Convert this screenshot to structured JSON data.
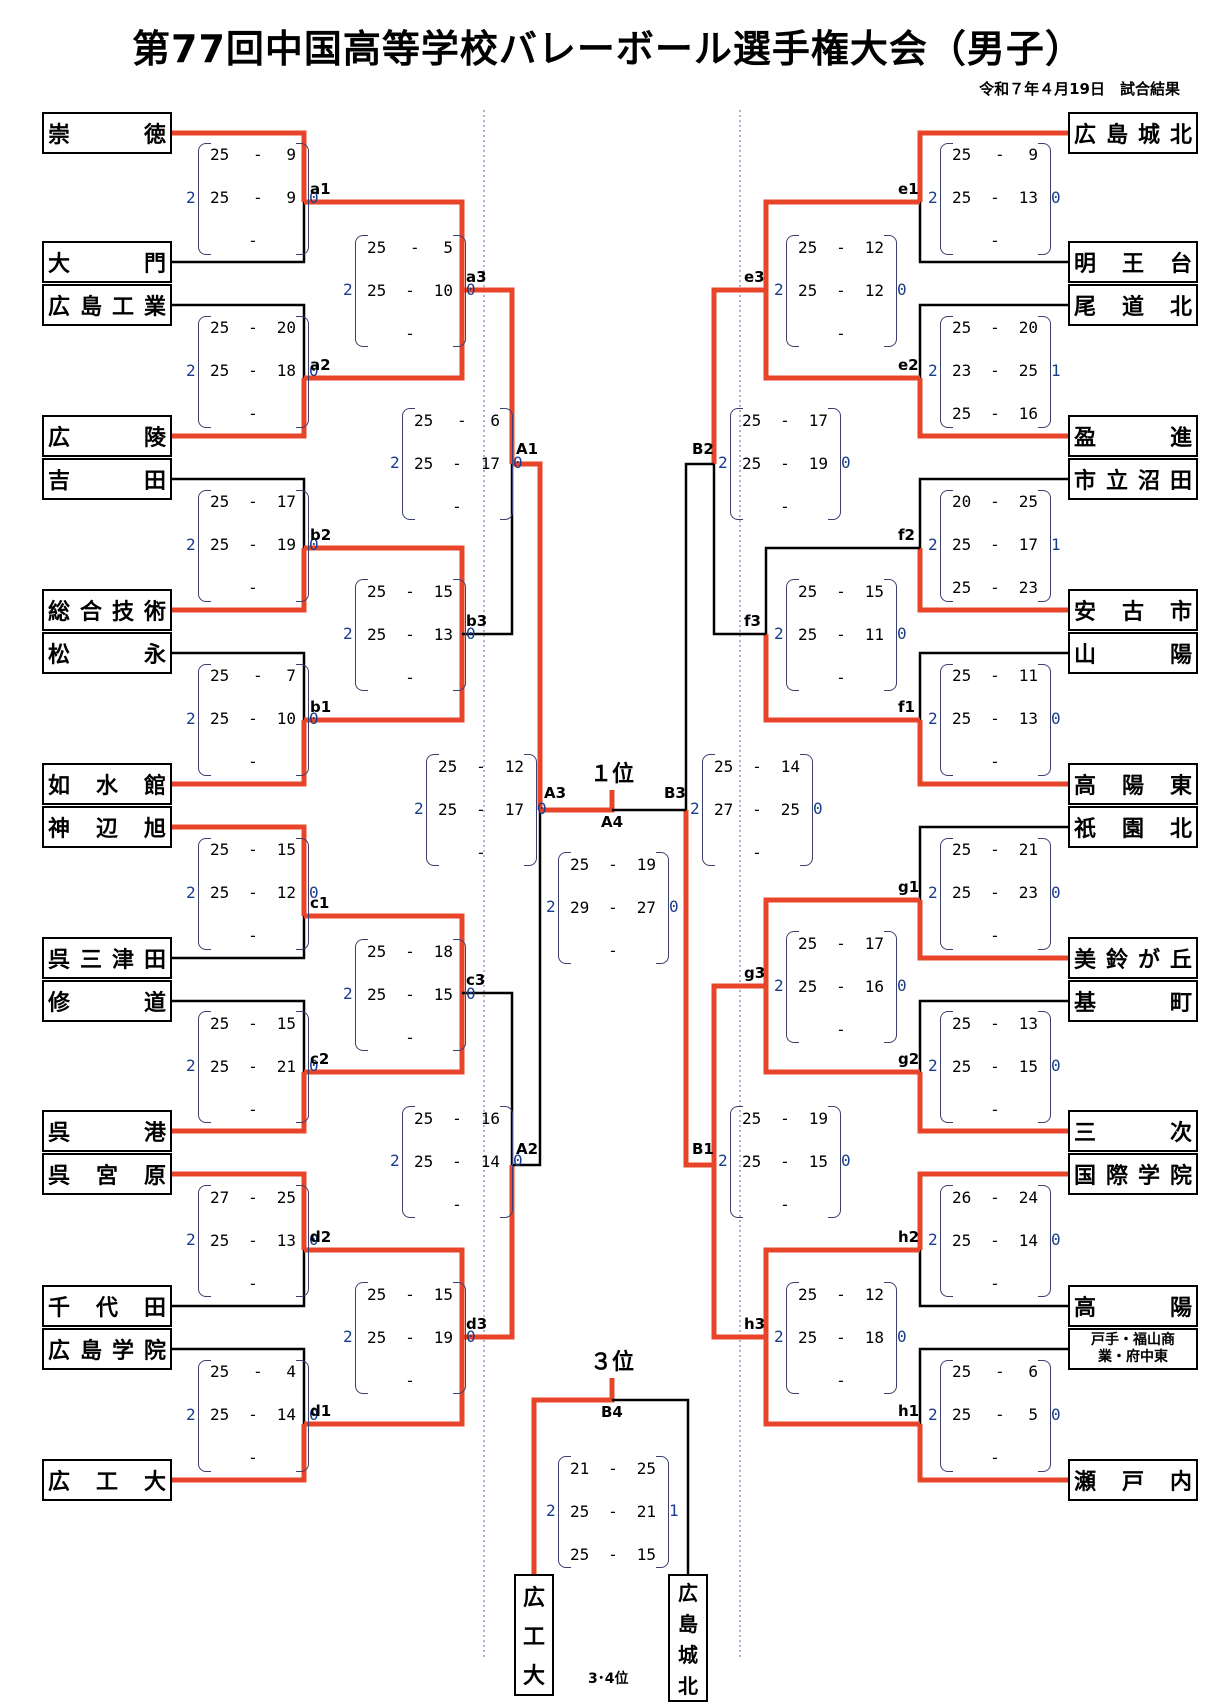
{
  "header": {
    "title": "第77回中国高等学校バレーボール選手権大会（男子）",
    "subtitle": "令和７年４月19日　試合結果"
  },
  "teams_left": [
    {
      "name": "崇　徳"
    },
    {
      "name": "大　門"
    },
    {
      "name": "広島工業"
    },
    {
      "name": "広　陵"
    },
    {
      "name": "吉　田"
    },
    {
      "name": "総合技術"
    },
    {
      "name": "松　永"
    },
    {
      "name": "如水館"
    },
    {
      "name": "神辺旭"
    },
    {
      "name": "呉三津田"
    },
    {
      "name": "修　道"
    },
    {
      "name": "呉　港"
    },
    {
      "name": "呉宮原"
    },
    {
      "name": "千代田"
    },
    {
      "name": "広島学院"
    },
    {
      "name": "広工大"
    }
  ],
  "teams_right": [
    {
      "name": "広島城北"
    },
    {
      "name": "明王台"
    },
    {
      "name": "尾道北"
    },
    {
      "name": "盈　進"
    },
    {
      "name": "市立沼田"
    },
    {
      "name": "安古市"
    },
    {
      "name": "山　陽"
    },
    {
      "name": "高陽東"
    },
    {
      "name": "祇園北"
    },
    {
      "name": "美鈴が丘"
    },
    {
      "name": "基　町"
    },
    {
      "name": "三　次"
    },
    {
      "name": "国際学院"
    },
    {
      "name": "高　陽"
    },
    {
      "name": "戸手・福山商業・府中東"
    },
    {
      "name": "瀬戸内"
    }
  ],
  "matches": [
    {
      "label": "a1",
      "score": [
        [
          "25",
          "9"
        ],
        [
          "25",
          "9"
        ],
        [
          "",
          ""
        ]
      ],
      "sets": [
        "2",
        "0"
      ]
    },
    {
      "label": "a2",
      "score": [
        [
          "25",
          "20"
        ],
        [
          "25",
          "18"
        ],
        [
          "",
          ""
        ]
      ],
      "sets": [
        "2",
        "0"
      ]
    },
    {
      "label": "a3",
      "score": [
        [
          "25",
          "5"
        ],
        [
          "25",
          "10"
        ],
        [
          "",
          ""
        ]
      ],
      "sets": [
        "2",
        "0"
      ]
    },
    {
      "label": "b2",
      "score": [
        [
          "25",
          "17"
        ],
        [
          "25",
          "19"
        ],
        [
          "",
          ""
        ]
      ],
      "sets": [
        "2",
        "0"
      ]
    },
    {
      "label": "b1",
      "score": [
        [
          "25",
          "7"
        ],
        [
          "25",
          "10"
        ],
        [
          "",
          ""
        ]
      ],
      "sets": [
        "2",
        "0"
      ]
    },
    {
      "label": "b3",
      "score": [
        [
          "25",
          "15"
        ],
        [
          "25",
          "13"
        ],
        [
          "",
          ""
        ]
      ],
      "sets": [
        "2",
        "0"
      ]
    },
    {
      "label": "A1",
      "score": [
        [
          "25",
          "6"
        ],
        [
          "25",
          "17"
        ],
        [
          "",
          ""
        ]
      ],
      "sets": [
        "2",
        "0"
      ]
    },
    {
      "label": "c1",
      "score": [
        [
          "25",
          "15"
        ],
        [
          "25",
          "12"
        ],
        [
          "",
          ""
        ]
      ],
      "sets": [
        "2",
        "0"
      ]
    },
    {
      "label": "c2",
      "score": [
        [
          "25",
          "15"
        ],
        [
          "25",
          "21"
        ],
        [
          "",
          ""
        ]
      ],
      "sets": [
        "2",
        "0"
      ]
    },
    {
      "label": "c3",
      "score": [
        [
          "25",
          "18"
        ],
        [
          "25",
          "15"
        ],
        [
          "",
          ""
        ]
      ],
      "sets": [
        "2",
        "0"
      ]
    },
    {
      "label": "d2",
      "score": [
        [
          "27",
          "25"
        ],
        [
          "25",
          "13"
        ],
        [
          "",
          ""
        ]
      ],
      "sets": [
        "2",
        "0"
      ]
    },
    {
      "label": "d1",
      "score": [
        [
          "25",
          "4"
        ],
        [
          "25",
          "14"
        ],
        [
          "",
          ""
        ]
      ],
      "sets": [
        "2",
        "0"
      ]
    },
    {
      "label": "d3",
      "score": [
        [
          "25",
          "15"
        ],
        [
          "25",
          "19"
        ],
        [
          "",
          ""
        ]
      ],
      "sets": [
        "2",
        "0"
      ]
    },
    {
      "label": "A2",
      "score": [
        [
          "25",
          "16"
        ],
        [
          "25",
          "14"
        ],
        [
          "",
          ""
        ]
      ],
      "sets": [
        "2",
        "0"
      ]
    },
    {
      "label": "A3",
      "score": [
        [
          "25",
          "12"
        ],
        [
          "25",
          "17"
        ],
        [
          "",
          ""
        ]
      ],
      "sets": [
        "2",
        "0"
      ]
    },
    {
      "label": "e1",
      "score": [
        [
          "25",
          "9"
        ],
        [
          "25",
          "13"
        ],
        [
          "",
          ""
        ]
      ],
      "sets": [
        "2",
        "0"
      ]
    },
    {
      "label": "e2",
      "score": [
        [
          "25",
          "20"
        ],
        [
          "23",
          "25"
        ],
        [
          "25",
          "16"
        ]
      ],
      "sets": [
        "2",
        "1"
      ]
    },
    {
      "label": "e3",
      "score": [
        [
          "25",
          "12"
        ],
        [
          "25",
          "12"
        ],
        [
          "",
          ""
        ]
      ],
      "sets": [
        "2",
        "0"
      ]
    },
    {
      "label": "f2",
      "score": [
        [
          "20",
          "25"
        ],
        [
          "25",
          "17"
        ],
        [
          "25",
          "23"
        ]
      ],
      "sets": [
        "2",
        "1"
      ]
    },
    {
      "label": "f1",
      "score": [
        [
          "25",
          "11"
        ],
        [
          "25",
          "13"
        ],
        [
          "",
          ""
        ]
      ],
      "sets": [
        "2",
        "0"
      ]
    },
    {
      "label": "f3",
      "score": [
        [
          "25",
          "15"
        ],
        [
          "25",
          "11"
        ],
        [
          "",
          ""
        ]
      ],
      "sets": [
        "2",
        "0"
      ]
    },
    {
      "label": "B2",
      "score": [
        [
          "25",
          "17"
        ],
        [
          "25",
          "19"
        ],
        [
          "",
          ""
        ]
      ],
      "sets": [
        "2",
        "0"
      ]
    },
    {
      "label": "g1",
      "score": [
        [
          "25",
          "21"
        ],
        [
          "25",
          "23"
        ],
        [
          "",
          ""
        ]
      ],
      "sets": [
        "2",
        "0"
      ]
    },
    {
      "label": "g2",
      "score": [
        [
          "25",
          "13"
        ],
        [
          "25",
          "15"
        ],
        [
          "",
          ""
        ]
      ],
      "sets": [
        "2",
        "0"
      ]
    },
    {
      "label": "g3",
      "score": [
        [
          "25",
          "17"
        ],
        [
          "25",
          "16"
        ],
        [
          "",
          ""
        ]
      ],
      "sets": [
        "2",
        "0"
      ]
    },
    {
      "label": "h2",
      "score": [
        [
          "26",
          "24"
        ],
        [
          "25",
          "14"
        ],
        [
          "",
          ""
        ]
      ],
      "sets": [
        "2",
        "0"
      ]
    },
    {
      "label": "h1",
      "score": [
        [
          "25",
          "6"
        ],
        [
          "25",
          "5"
        ],
        [
          "",
          ""
        ]
      ],
      "sets": [
        "2",
        "0"
      ]
    },
    {
      "label": "h3",
      "score": [
        [
          "25",
          "12"
        ],
        [
          "25",
          "18"
        ],
        [
          "",
          ""
        ]
      ],
      "sets": [
        "2",
        "0"
      ]
    },
    {
      "label": "B1",
      "score": [
        [
          "25",
          "19"
        ],
        [
          "25",
          "15"
        ],
        [
          "",
          ""
        ]
      ],
      "sets": [
        "2",
        "0"
      ]
    },
    {
      "label": "B3",
      "score": [
        [
          "25",
          "14"
        ],
        [
          "27",
          "25"
        ],
        [
          "",
          ""
        ]
      ],
      "sets": [
        "2",
        "0"
      ]
    },
    {
      "label": "A4",
      "score": [
        [
          "25",
          "19"
        ],
        [
          "29",
          "27"
        ],
        [
          "",
          ""
        ]
      ],
      "sets": [
        "2",
        "0"
      ]
    },
    {
      "label": "B4",
      "score": [
        [
          "21",
          "25"
        ],
        [
          "25",
          "21"
        ],
        [
          "25",
          "15"
        ]
      ],
      "sets": [
        "2",
        "1"
      ]
    }
  ],
  "final": {
    "rank_label": "１位"
  },
  "third_place": {
    "rank_label": "３位",
    "bottom_label": "3･4位",
    "team_left": [
      "広",
      "工",
      "大"
    ],
    "team_right": [
      "広",
      "島",
      "城",
      "北"
    ]
  },
  "colors": {
    "winner_line": "#e8442a",
    "line": "#000000",
    "guide": "#5a63b0",
    "set_score": "#1a3c8c"
  }
}
